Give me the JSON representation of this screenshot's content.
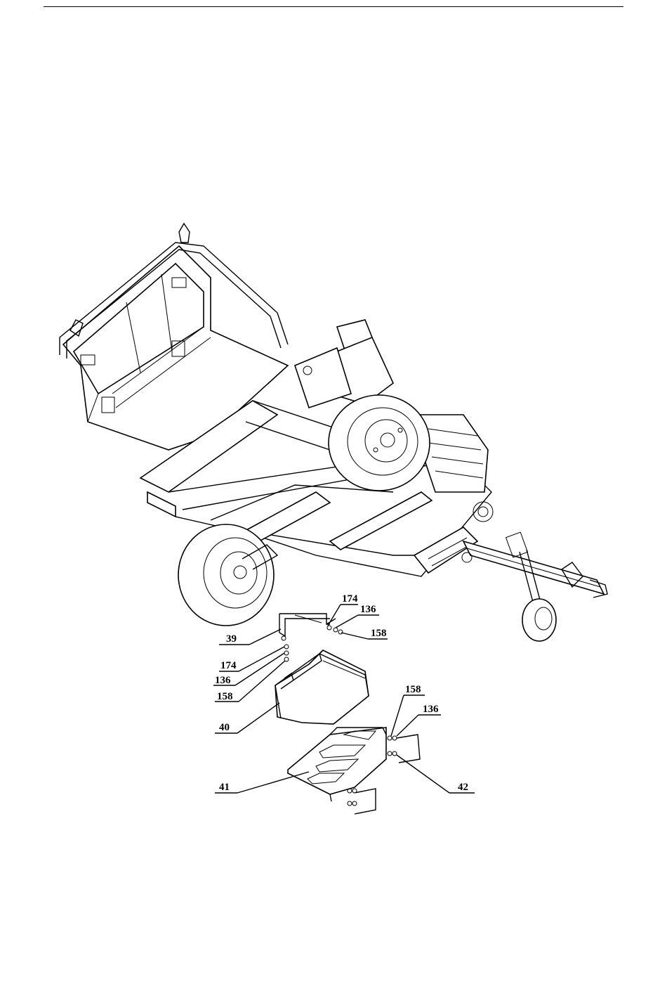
{
  "callouts": {
    "c39": "39",
    "c174a": "174",
    "c136a": "136",
    "c158a": "158",
    "c174b": "174",
    "c136b": "136",
    "c158b": "158",
    "c40": "40",
    "c158c": "158",
    "c136c": "136",
    "c41": "41",
    "c42": "42"
  }
}
